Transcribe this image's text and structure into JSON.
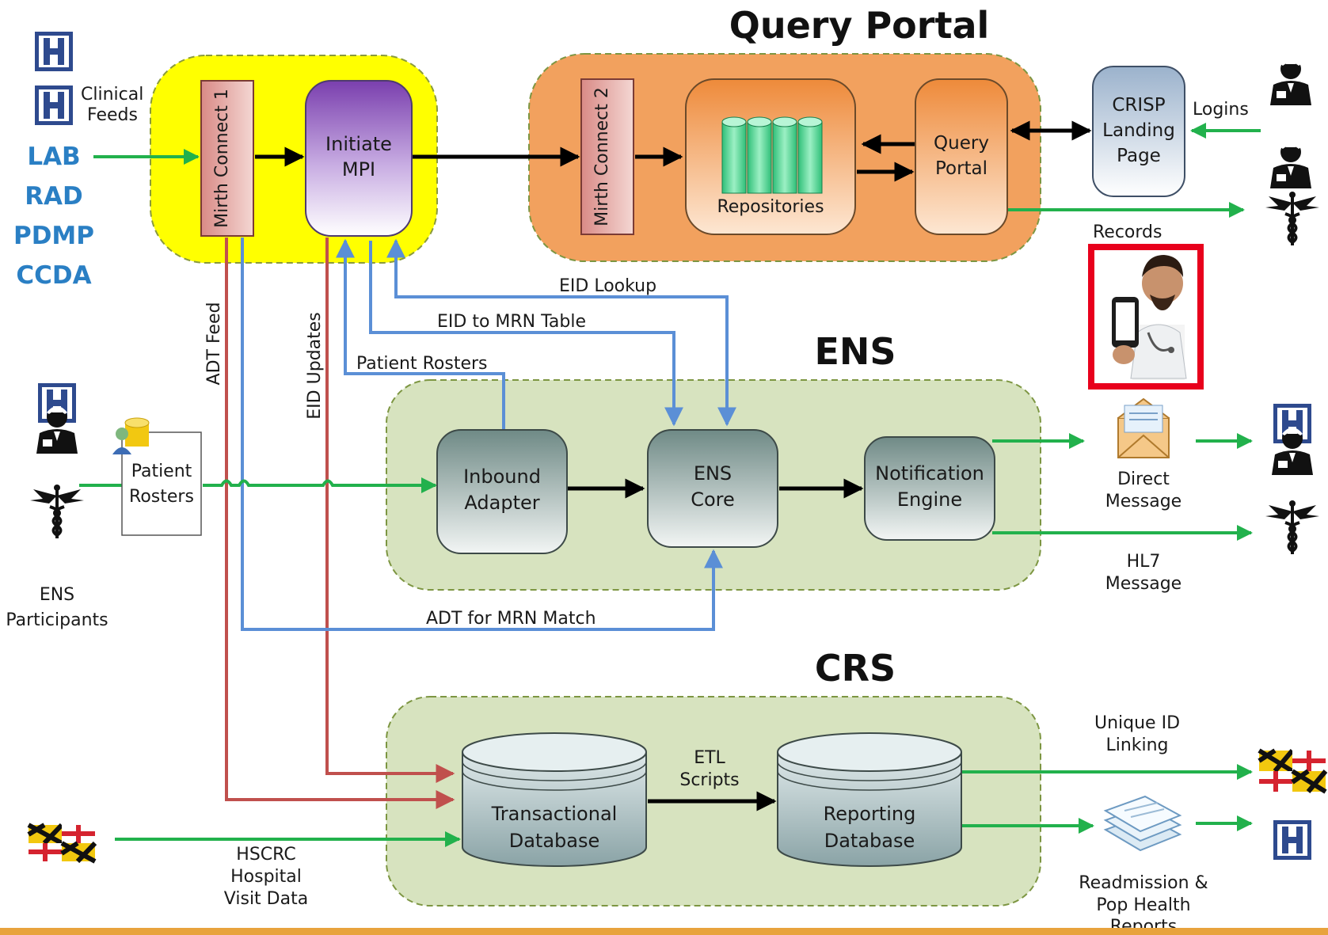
{
  "sections": {
    "query_portal_title": "Query Portal",
    "ens_title": "ENS",
    "crs_title": "CRS"
  },
  "sources": {
    "clinical_feeds_line1": "Clinical",
    "clinical_feeds_line2": "Feeds",
    "feed_types": [
      "LAB",
      "RAD",
      "PDMP",
      "CCDA"
    ]
  },
  "nodes": {
    "mirth_connect_1": "Mirth Connect 1",
    "initiate_mpi_line1": "Initiate",
    "initiate_mpi_line2": "MPI",
    "mirth_connect_2": "Mirth Connect 2",
    "repositories": "Repositories",
    "query_portal_line1": "Query",
    "query_portal_line2": "Portal",
    "crisp_line1": "CRISP",
    "crisp_line2": "Landing",
    "crisp_line3": "Page",
    "patient_rosters_line1": "Patient",
    "patient_rosters_line2": "Rosters",
    "inbound_line1": "Inbound",
    "inbound_line2": "Adapter",
    "ens_core_line1": "ENS",
    "ens_core_line2": "Core",
    "notif_line1": "Notification",
    "notif_line2": "Engine",
    "transactional_line1": "Transactional",
    "transactional_line2": "Database",
    "reporting_line1": "Reporting",
    "reporting_line2": "Database"
  },
  "labels": {
    "logins": "Logins",
    "records": "Records",
    "eid_lookup": "EID Lookup",
    "eid_to_mrn": "EID to MRN Table",
    "patient_rosters_flow": "Patient Rosters",
    "adt_feed": "ADT Feed",
    "eid_updates": "EID  Updates",
    "adt_mrn_match": "ADT for MRN Match",
    "ens_participants_line1": "ENS",
    "ens_participants_line2": "Participants",
    "direct_message_line1": "Direct",
    "direct_message_line2": "Message",
    "hl7_line1": "HL7",
    "hl7_line2": "Message",
    "etl_line1": "ETL",
    "etl_line2": "Scripts",
    "hscrc_line1": "HSCRC",
    "hscrc_line2": "Hospital",
    "hscrc_line3": "Visit Data",
    "unique_id_line1": "Unique ID",
    "unique_id_line2": "Linking",
    "readmission_line1": "Readmission &",
    "readmission_line2": "Pop Health",
    "readmission_line3": "Reports"
  },
  "icons": {
    "hospital": "hospital-h-icon",
    "doctor": "doctor-icon",
    "caduceus": "caduceus-icon",
    "maryland_flag": "maryland-flag-icon",
    "envelope": "envelope-icon",
    "reports": "stacked-papers-icon",
    "roster_db": "database-person-icon",
    "phone_doctor": "doctor-with-phone-photo"
  },
  "colors": {
    "yellow_zone": "#ffff00",
    "orange_zone": "#f2a15e",
    "green_zone": "#d7e3bf",
    "flow_green": "#22b14c",
    "flow_blue": "#5b8fd6",
    "flow_red": "#c0504d",
    "hospital_blue": "#2e4a8e",
    "highlight_red": "#e8001c",
    "footer_orange": "#e8a33d"
  }
}
